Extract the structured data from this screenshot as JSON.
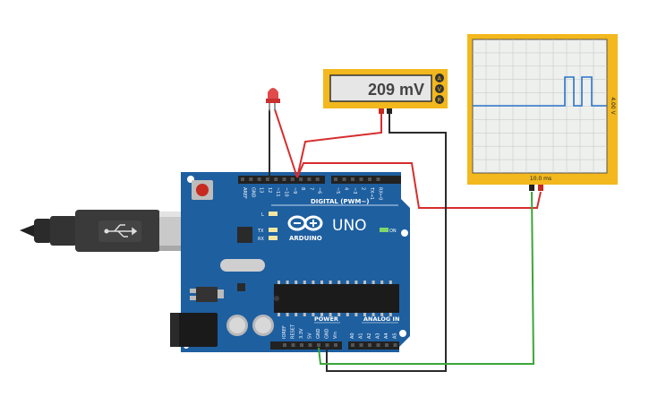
{
  "multimeter": {
    "reading": "209 mV",
    "modes": [
      "A",
      "V",
      "R"
    ]
  },
  "oscilloscope": {
    "time_label": "10.0 ms",
    "volt_label": "4.00 V"
  },
  "arduino": {
    "digital_header": "DIGITAL (PWM~)",
    "brand": "ARDUINO",
    "model": "UNO",
    "on_label": "ON",
    "power_label": "POWER",
    "analog_label": "ANALOG IN",
    "led_labels": [
      "L",
      "TX",
      "RX"
    ],
    "top_pins": [
      "AREF",
      "GND",
      "13",
      "12",
      "~11",
      "~10",
      "~9",
      "8",
      "7",
      "~6",
      "~5",
      "4",
      "~3",
      "2",
      "TX→1",
      "RX←0"
    ],
    "power_pins": [
      "IOREF",
      "RESET",
      "3.3V",
      "5V",
      "GND",
      "GND",
      "Vin"
    ],
    "analog_pins": [
      "A0",
      "A1",
      "A2",
      "A3",
      "A4",
      "A5"
    ]
  },
  "colors": {
    "board": "#1e5fa0",
    "header": "#222222",
    "wire_red": "#d62d2d",
    "wire_black": "#2a2a2a",
    "wire_green": "#3aa63a",
    "scope_frame": "#f2b81d",
    "trace": "#2a72c8"
  }
}
